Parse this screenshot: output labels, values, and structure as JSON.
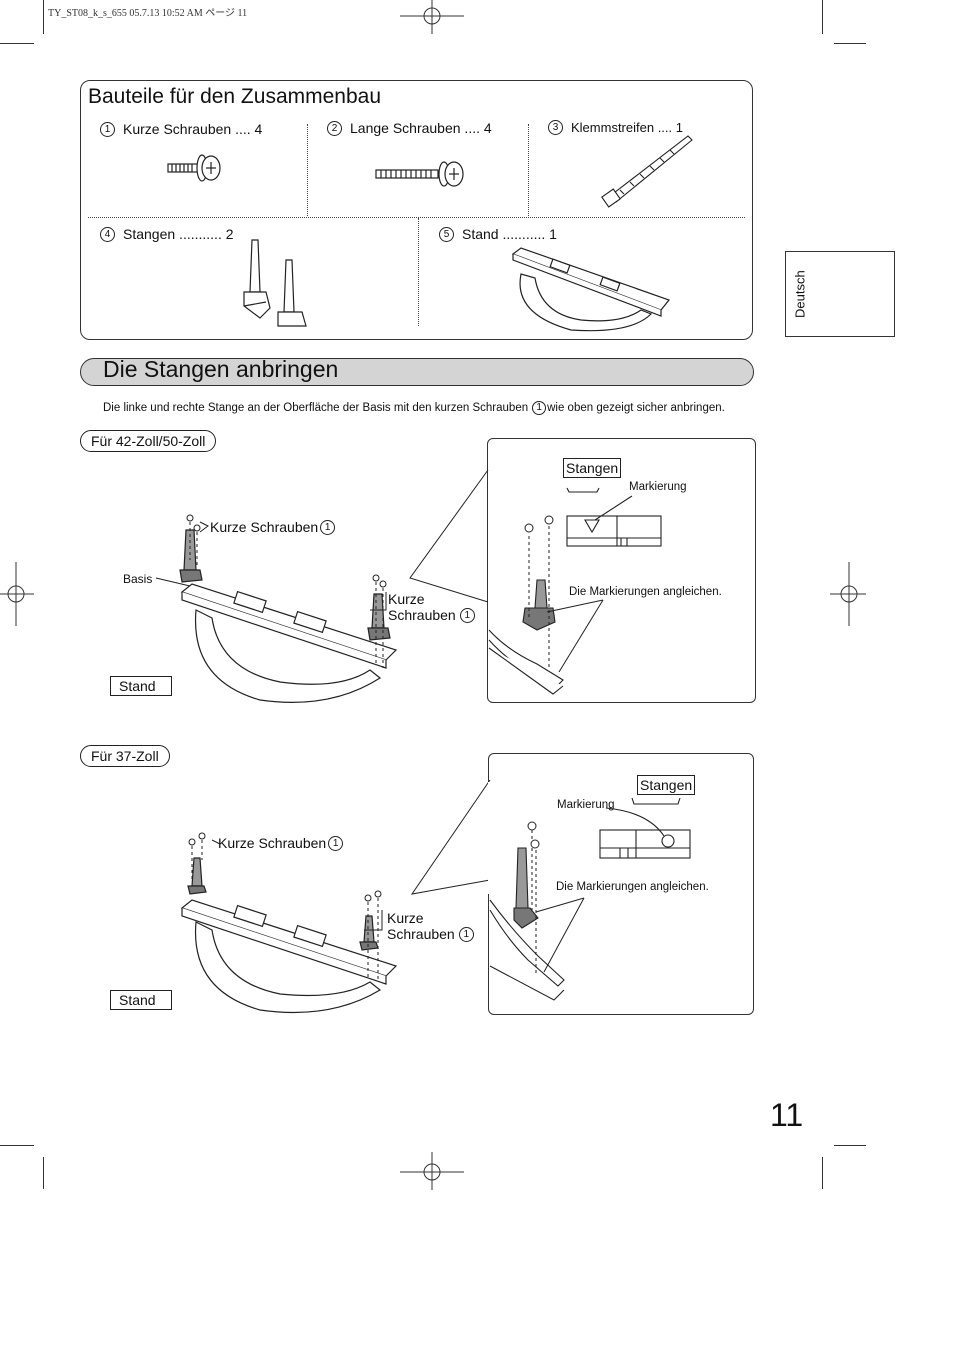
{
  "header_meta": "TY_ST08_k_s_655  05.7.13 10:52 AM  ページ 11",
  "side_tab": "Deutsch",
  "page_number": "11",
  "parts": {
    "title": "Bauteile für den Zusammenbau",
    "items": [
      {
        "num": "1",
        "label": "Kurze Schrauben .... 4"
      },
      {
        "num": "2",
        "label": "Lange Schrauben .... 4"
      },
      {
        "num": "3",
        "label": "Klemmstreifen .... 1"
      },
      {
        "num": "4",
        "label": "Stangen ........... 2"
      },
      {
        "num": "5",
        "label": "Stand ........... 1"
      }
    ]
  },
  "section": {
    "title": "Die Stangen anbringen",
    "instruction_before": "Die linke und rechte Stange an der Oberfläche der Basis mit den kurzen Schrauben",
    "instruction_num": "1",
    "instruction_after": "wie oben gezeigt sicher anbringen."
  },
  "fig42": {
    "variant": "Für 42-Zoll/50-Zoll",
    "screws_label": "Kurze Schrauben",
    "screws_num": "1",
    "basis_label": "Basis",
    "right_screws_line1": "Kurze",
    "right_screws_line2": "Schrauben",
    "right_screws_num": "1",
    "stand_label": "Stand",
    "detail_stangen": "Stangen",
    "detail_markierung": "Markierung",
    "detail_align": "Die Markierungen angleichen."
  },
  "fig37": {
    "variant": "Für 37-Zoll",
    "screws_label": "Kurze Schrauben",
    "screws_num": "1",
    "right_screws_line1": "Kurze",
    "right_screws_line2": "Schrauben",
    "right_screws_num": "1",
    "stand_label": "Stand",
    "detail_stangen": "Stangen",
    "detail_markierung": "Markierung",
    "detail_align": "Die Markierungen angleichen."
  }
}
